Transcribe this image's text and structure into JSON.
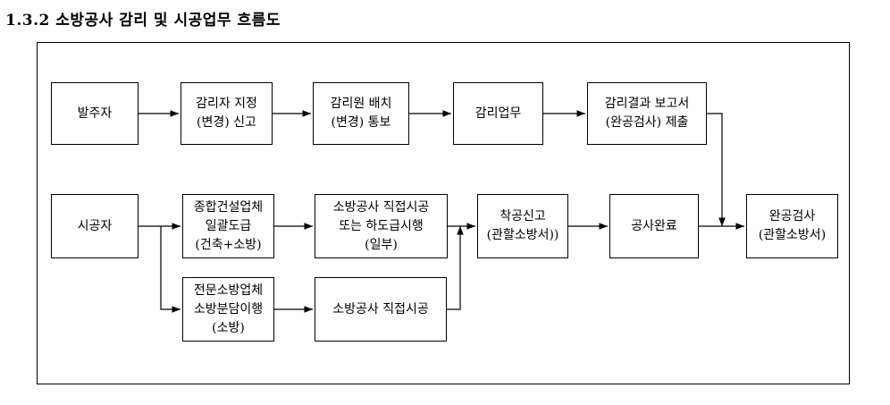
{
  "title": "1.3.2 소방공사 감리 및 시공업무 흐름도",
  "nodes": {
    "owner": "발주자",
    "supervisor_report": "감리자 지정\n(변경) 신고",
    "staff_notice": "감리원 배치\n(변경) 통보",
    "supervision_work": "감리업무",
    "result_report": "감리결과 보고서\n(완공검사) 제출",
    "contractor": "시공자",
    "general_contract": "종합건설업체\n일괄도급\n(건축+소방)",
    "direct_or_sub": "소방공사 직접시공\n또는 하도급시행\n(일부)",
    "start_report": "착공신고\n(관할소방서))",
    "completion": "공사완료",
    "final_inspection": "완공검사\n(관할소방서)",
    "specialist_contract": "전문소방업체\n소방분담이행\n(소방)",
    "direct_construction": "소방공사 직접시공"
  }
}
